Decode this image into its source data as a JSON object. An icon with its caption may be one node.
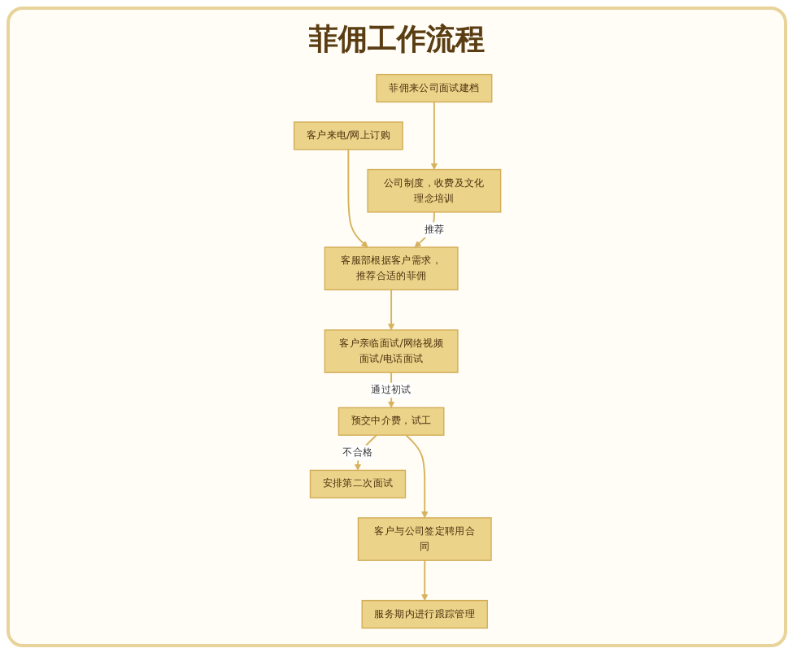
{
  "diagram": {
    "title": "菲佣工作流程",
    "nodes": [
      {
        "text": [
          "菲佣来公司面试建档"
        ]
      },
      {
        "text": [
          "公司制度，收费及文化理念培训"
        ]
      },
      {
        "text": [
          "客户来电/网上订购"
        ]
      },
      {
        "text": [
          "客服部根据客户需求，推荐合适的菲佣"
        ]
      },
      {
        "text": [
          "客户亲临面试/网络视频面试/电话面试"
        ]
      },
      {
        "text": [
          "安排第二次面试"
        ]
      },
      {
        "text": [
          "预交中介费，试工"
        ]
      },
      {
        "text": [
          "客户与公司签定聘用合同"
        ]
      },
      {
        "text": [
          "服务期内进行跟踪管理"
        ]
      }
    ],
    "edges": [
      {
        "from": 0,
        "to": 1,
        "arrow": "to"
      },
      {
        "from": 2,
        "to": 3,
        "arrow": "to"
      },
      {
        "from": 1,
        "to": 3,
        "arrow": "to",
        "label": "推荐"
      },
      {
        "from": 3,
        "to": 4,
        "arrow": "to"
      },
      {
        "from": 4,
        "to": 6,
        "arrow": "to",
        "label": "通过初试"
      },
      {
        "from": 6,
        "to": 5,
        "arrow": "to",
        "label": "不合格"
      },
      {
        "from": 6,
        "to": 7,
        "arrow": "to"
      },
      {
        "from": 7,
        "to": 8,
        "arrow": "to"
      }
    ]
  }
}
